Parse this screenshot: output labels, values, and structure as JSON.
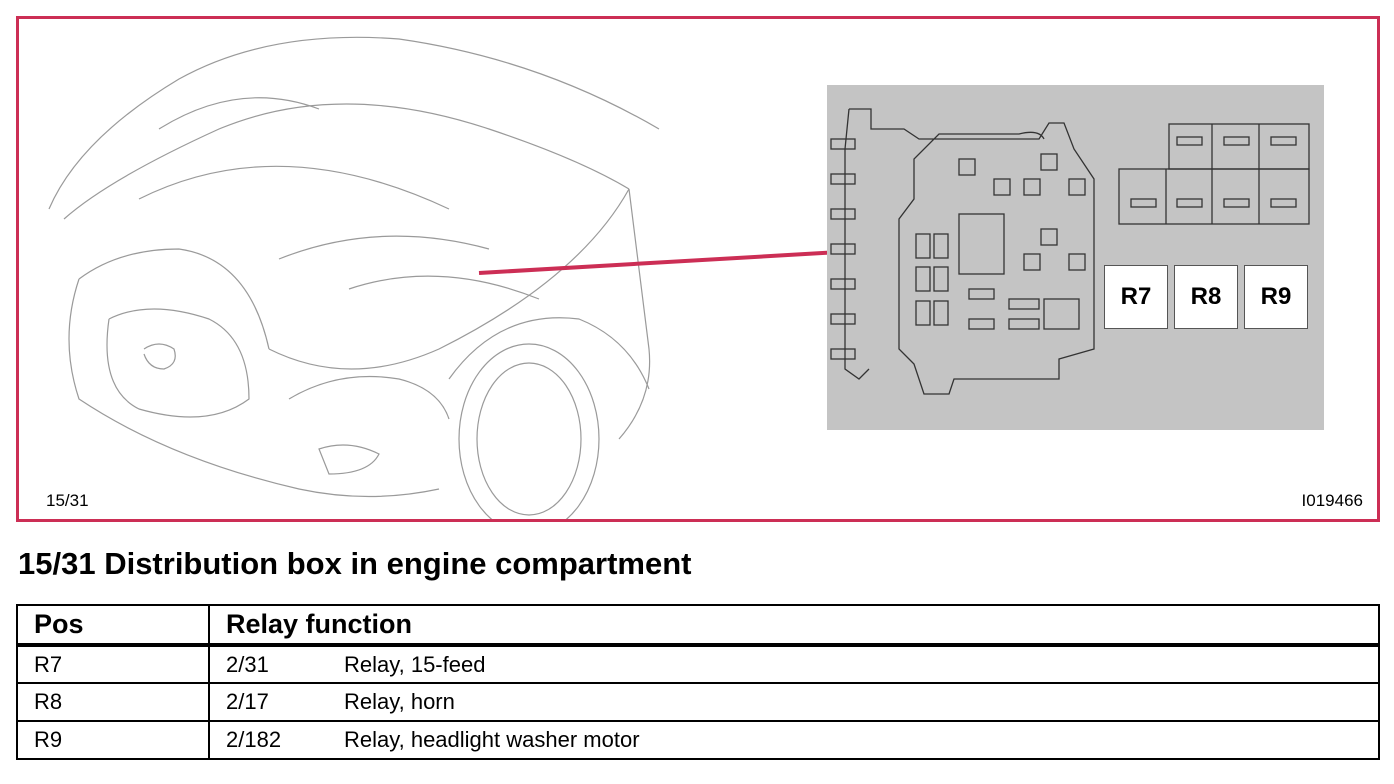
{
  "figure": {
    "ref_left": "15/31",
    "ref_right": "I019466",
    "relay_labels": [
      "R7",
      "R8",
      "R9"
    ],
    "frame_color": "#cc2e55",
    "leader_color": "#cc2e55",
    "panel_color": "#c4c4c4",
    "illustration_subject": "car front with engine compartment distribution box"
  },
  "heading": "15/31 Distribution box in engine compartment",
  "table": {
    "headers": {
      "pos": "Pos",
      "function": "Relay function"
    },
    "rows": [
      {
        "pos": "R7",
        "code": "2/31",
        "description": "Relay, 15-feed"
      },
      {
        "pos": "R8",
        "code": "2/17",
        "description": "Relay, horn"
      },
      {
        "pos": "R9",
        "code": "2/182",
        "description": "Relay, headlight washer motor"
      }
    ]
  }
}
